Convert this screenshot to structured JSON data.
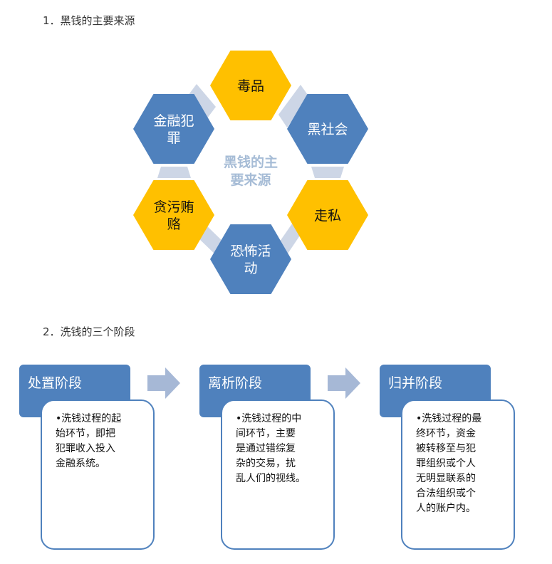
{
  "section1": {
    "heading": "1．黑钱的主要来源"
  },
  "cycle": {
    "center": [
      "黑钱的主",
      "要来源"
    ],
    "items": [
      {
        "lines": [
          "毒品"
        ],
        "color": "#ffc000",
        "text_color": "#111111"
      },
      {
        "lines": [
          "黑社会"
        ],
        "color": "#4f81bd",
        "text_color": "#ffffff"
      },
      {
        "lines": [
          "走私"
        ],
        "color": "#ffc000",
        "text_color": "#111111"
      },
      {
        "lines": [
          "恐怖活",
          "动"
        ],
        "color": "#4f81bd",
        "text_color": "#ffffff"
      },
      {
        "lines": [
          "贪污贿",
          "赂"
        ],
        "color": "#ffc000",
        "text_color": "#111111"
      },
      {
        "lines": [
          "金融犯",
          "罪"
        ],
        "color": "#4f81bd",
        "text_color": "#ffffff"
      }
    ]
  },
  "section2": {
    "heading": "2．洗钱的三个阶段"
  },
  "stages": [
    {
      "title": "处置阶段",
      "desc": [
        "•洗钱过程的起",
        "始环节，即把",
        "犯罪收入投入",
        "金融系统。"
      ]
    },
    {
      "title": "离析阶段",
      "desc": [
        "•洗钱过程的中",
        "间环节，主要",
        "是通过错综复",
        "杂的交易，扰",
        "乱人们的视线。"
      ]
    },
    {
      "title": "归并阶段",
      "desc": [
        "•洗钱过程的最",
        "终环节，资金",
        "被转移至与犯",
        "罪组织或个人",
        "无明显联系的",
        "合法组织或个",
        "人的账户内。"
      ]
    }
  ],
  "colors": {
    "accent_blue": "#4f81bd",
    "accent_gold": "#ffc000",
    "connector": "#cdd6e6",
    "arrow": "#a6b8d6"
  }
}
